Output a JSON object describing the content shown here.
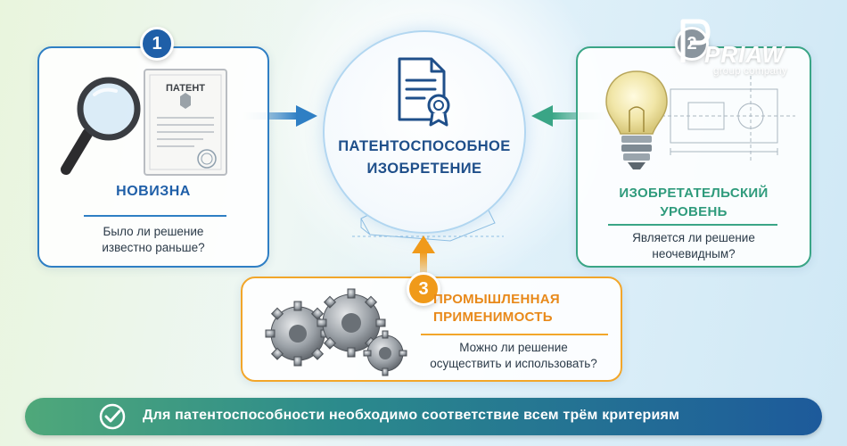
{
  "center": {
    "title_line1": "ПАТЕНТОСПОСОБНОЕ",
    "title_line2": "ИЗОБРЕТЕНИЕ"
  },
  "criteria": [
    {
      "number": "1",
      "title": "НОВИЗНА",
      "question_line1": "Было ли решение",
      "question_line2": "известно раньше?",
      "color": "#1f5fa8"
    },
    {
      "number": "2",
      "title_line1": "ИЗОБРЕТАТЕЛЬСКИЙ",
      "title_line2": "УРОВЕНЬ",
      "question_line1": "Является ли решение",
      "question_line2": "неочевидным?",
      "color": "#3aa586"
    },
    {
      "number": "3",
      "title_line1": "ПРОМЫШЛЕННАЯ",
      "title_line2": "ПРИМЕНИМОСТЬ",
      "question_line1": "Можно ли решение",
      "question_line2": "осуществить и использовать?",
      "color": "#f09a1a"
    }
  ],
  "patent_document": {
    "header": "ПАТЕНТ"
  },
  "footer": {
    "text": "Для патентоспособности необходимо соответствие всем трём критериям"
  },
  "logo": {
    "name": "PRIAW",
    "tagline": "group company"
  },
  "icons": {
    "magnifier": "magnifier-icon",
    "patent": "patent-document-icon",
    "certificate": "certificate-icon",
    "lightbulb": "lightbulb-icon",
    "gears": "gears-icon",
    "check": "check-circle-icon",
    "blueprint": "blueprint-part-icon"
  }
}
